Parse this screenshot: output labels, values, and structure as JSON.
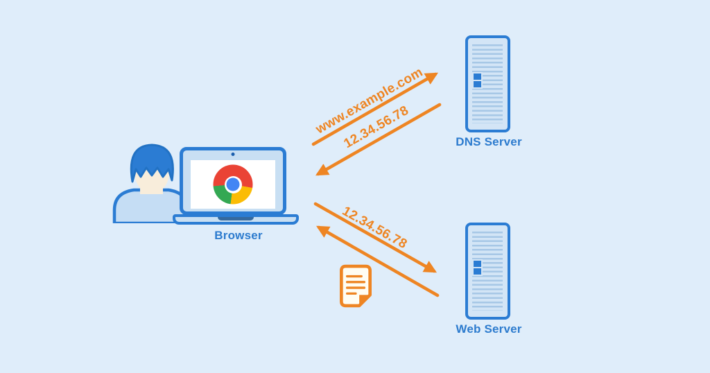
{
  "colors": {
    "background": "#DFEDFA",
    "node_outline_blue": "#2B7CD3",
    "node_fill_blue": "#CBE0F4",
    "label_blue": "#2C7BCE",
    "arrow_orange": "#EE8523",
    "face_cream": "#F8EDDB",
    "chrome_red": "#EA4335",
    "chrome_yellow": "#FBBC05",
    "chrome_green": "#34A853",
    "chrome_blue": "#4285F4"
  },
  "nodes": {
    "browser": {
      "label": "Browser",
      "icon": "laptop-with-chrome-logo-and-user-icon"
    },
    "dns_server": {
      "label": "DNS Server",
      "icon": "server-tower-icon"
    },
    "web_server": {
      "label": "Web Server",
      "icon": "server-tower-icon"
    }
  },
  "messages": [
    {
      "label": "www.example.com",
      "from": "browser",
      "to": "dns_server"
    },
    {
      "label": "12.34.56.78",
      "from": "dns_server",
      "to": "browser"
    },
    {
      "label": "12.34.56.78",
      "from": "browser",
      "to": "web_server"
    },
    {
      "label": "",
      "from": "web_server",
      "to": "browser",
      "icon": "document-icon"
    }
  ],
  "icons": {
    "user": "person-silhouette",
    "browser_logo": "chrome-logo",
    "servers": "server-tower",
    "returned_page": "document-with-folded-corner",
    "arrows": "orange-line-arrowheads"
  }
}
